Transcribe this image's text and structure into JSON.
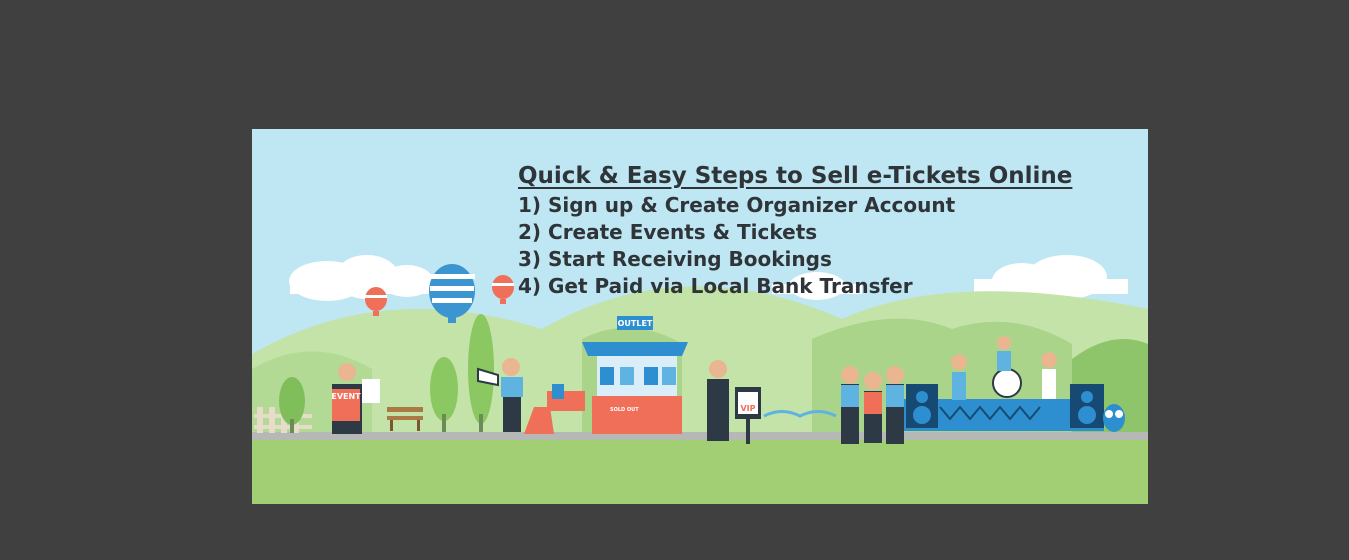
{
  "banner": {
    "title": "Quick & Easy Steps to Sell e-Tickets Online",
    "steps": [
      "1) Sign up & Create Organizer Account",
      "2) Create Events & Tickets",
      "3) Start Receiving Bookings",
      "4) Get Paid via Local Bank Transfer"
    ]
  },
  "scene_labels": {
    "outlet_sign": "OUTLET",
    "event_sign": "EVENT",
    "vip_sign": "VIP",
    "sold_out": "SOLD OUT"
  },
  "colors": {
    "page_background": "#404040",
    "sky": "#bfe6f3",
    "grass": "#a2cf74",
    "text": "#2e3438",
    "accent_blue": "#2d8fcf",
    "accent_red": "#ef6f58"
  },
  "icons": [
    "hot-air-balloon-icon",
    "cloud-icon",
    "tree-icon",
    "speaker-icon",
    "owl-icon",
    "drum-icon"
  ]
}
